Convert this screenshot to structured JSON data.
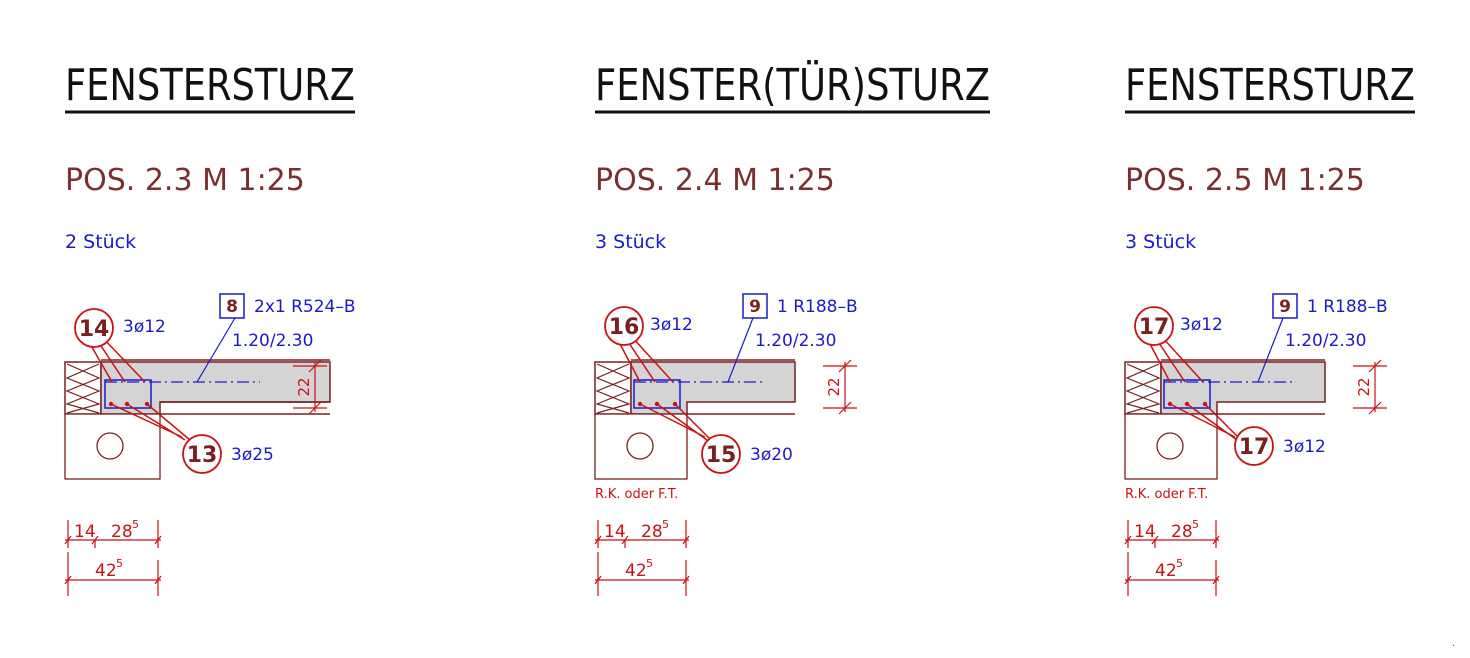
{
  "panels": [
    {
      "title": "FENSTERSTURZ",
      "pos": "POS. 2.3  M 1:25",
      "count": "2 Stück",
      "top_bubble": "14",
      "top_bar": "3ø12",
      "bottom_bubble": "13",
      "bottom_bar": "3ø25",
      "mesh_box": "8",
      "mesh_label": "2x1  R524–B",
      "mesh_size": "1.20/2.30",
      "support_label": "",
      "dim_height": "22",
      "dim_left": "14",
      "dim_mid": "28",
      "dim_mid_sup": "5",
      "dim_total": "42",
      "dim_total_sup": "5"
    },
    {
      "title": "FENSTER(TÜR)STURZ",
      "pos": "POS. 2.4  M 1:25",
      "count": "3 Stück",
      "top_bubble": "16",
      "top_bar": "3ø12",
      "bottom_bubble": "15",
      "bottom_bar": "3ø20",
      "mesh_box": "9",
      "mesh_label": "1  R188–B",
      "mesh_size": "1.20/2.30",
      "support_label": "R.K. oder F.T.",
      "dim_height": "22",
      "dim_left": "14",
      "dim_mid": "28",
      "dim_mid_sup": "5",
      "dim_total": "42",
      "dim_total_sup": "5"
    },
    {
      "title": "FENSTERSTURZ",
      "pos": "POS. 2.5  M 1:25",
      "count": "3 Stück",
      "top_bubble": "17",
      "top_bar": "3ø12",
      "bottom_bubble": "17",
      "bottom_bar": "3ø12",
      "mesh_box": "9",
      "mesh_label": "1  R188–B",
      "mesh_size": "1.20/2.30",
      "support_label": "R.K. oder F.T.",
      "dim_height": "22",
      "dim_left": "14",
      "dim_mid": "28",
      "dim_mid_sup": "5",
      "dim_total": "42",
      "dim_total_sup": "5"
    }
  ],
  "corner_mark": ".",
  "colors": {
    "title": "#111111",
    "pos": "#7a3030",
    "annotation_blue": "#1a1acc",
    "rebar_red": "#cc1111",
    "concrete": "#d4d4d4"
  }
}
